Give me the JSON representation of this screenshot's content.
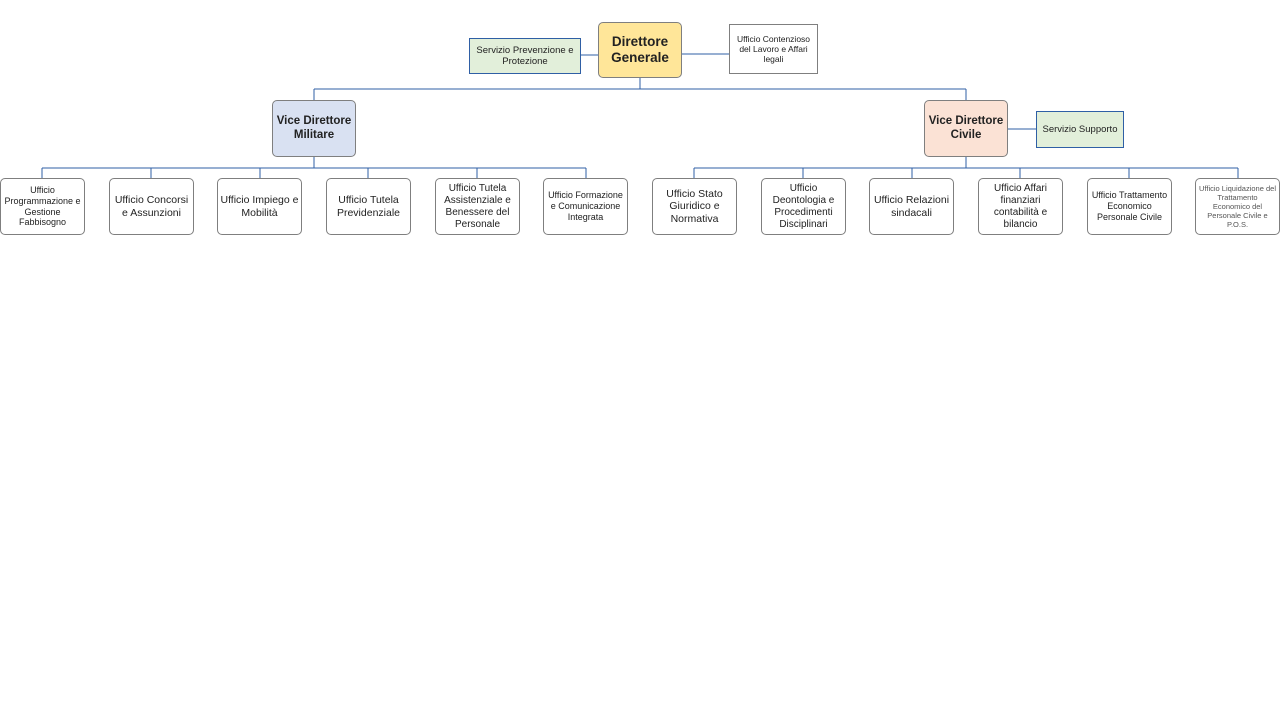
{
  "colors": {
    "line": "#2f5fa5",
    "direttore_generale_fill": "#ffe699",
    "vice_militare_fill": "#d9e1f2",
    "vice_civile_fill": "#fbe2d5",
    "staff_fill": "#e2efda"
  },
  "direttore_generale": {
    "label": "Direttore Generale"
  },
  "staff_left": {
    "label": "Servizio Prevenzione e Protezione"
  },
  "staff_right": {
    "label": "Ufficio Contenzioso del Lavoro e Affari legali"
  },
  "vice_militare": {
    "label": "Vice Direttore Militare",
    "uffici": [
      "Ufficio Programmazione e Gestione Fabbisogno",
      "Ufficio Concorsi e Assunzioni",
      "Ufficio Impiego e Mobilità",
      "Ufficio Tutela Previdenziale",
      "Ufficio Tutela Assistenziale e Benessere del Personale",
      "Ufficio Formazione e Comunicazione Integrata"
    ]
  },
  "vice_civile": {
    "label": "Vice Direttore Civile",
    "staff": {
      "label": "Servizio Supporto"
    },
    "uffici": [
      "Ufficio Stato Giuridico e Normativa",
      "Ufficio Deontologia e Procedimenti Disciplinari",
      "Ufficio Relazioni sindacali",
      "Ufficio Affari finanziari contabilità e bilancio",
      "Ufficio Trattamento Economico Personale Civile",
      "Ufficio Liquidazione del Trattamento Economico del Personale Civile e P.O.S."
    ]
  }
}
